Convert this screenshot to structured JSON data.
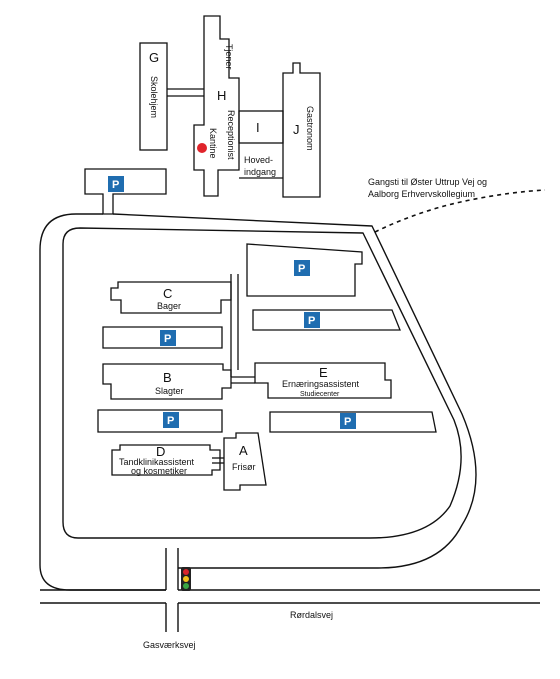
{
  "colors": {
    "parking": "#1f6db0",
    "line": "#111111",
    "kantine_dot": "#e0242b",
    "signal_red": "#d9262b",
    "signal_yellow": "#f2c21b",
    "signal_green": "#3aa744",
    "signal_body": "#222222"
  },
  "parking_label": "P",
  "buildings": {
    "g": {
      "letter": "G",
      "name": "Skolehjem"
    },
    "h": {
      "letter": "H",
      "top": "Tjener",
      "side1": "Receptionist",
      "side2": "Kantine"
    },
    "i": {
      "letter": "I"
    },
    "j": {
      "letter": "J",
      "name": "Gastronom"
    },
    "hovedindgang": {
      "line1": "Hoved-",
      "line2": "indgang"
    },
    "c": {
      "letter": "C",
      "name": "Bager"
    },
    "b": {
      "letter": "B",
      "name": "Slagter"
    },
    "e": {
      "letter": "E",
      "name": "Ernæringsassistent",
      "sub": "Studiecenter"
    },
    "d": {
      "letter": "D",
      "line1": "Tandklinikassistent",
      "line2": "og kosmetiker"
    },
    "a": {
      "letter": "A",
      "name": "Frisør"
    }
  },
  "path_note": {
    "line1": "Gangsti til Øster Uttrup Vej og",
    "line2": "Aalborg Erhvervskollegium"
  },
  "roads": {
    "rordalsvej": "Rørdalsvej",
    "gasvaerksvej": "Gasværksvej"
  }
}
